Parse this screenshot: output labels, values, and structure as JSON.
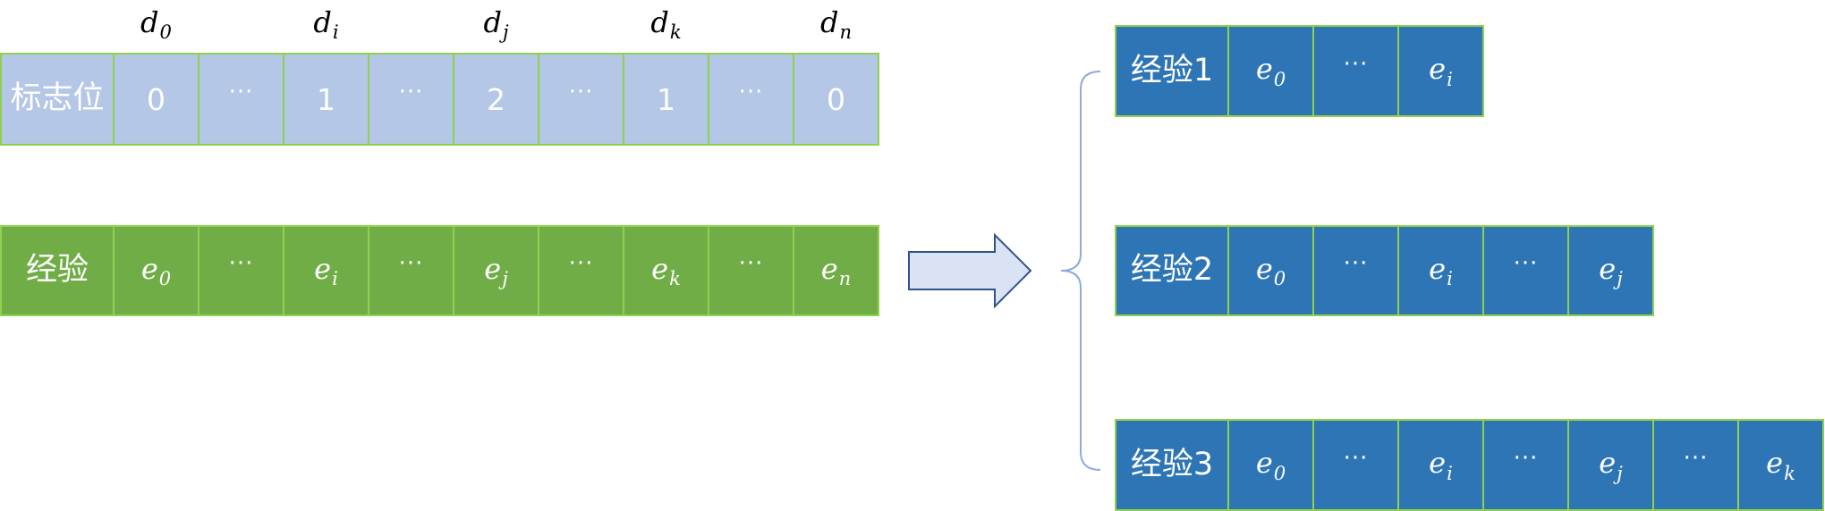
{
  "flag_row": {
    "label": "标志位",
    "cells": [
      {
        "kind": "num",
        "text": "0"
      },
      {
        "kind": "dots",
        "text": "···"
      },
      {
        "kind": "num",
        "text": "1"
      },
      {
        "kind": "dots",
        "text": "···"
      },
      {
        "kind": "num",
        "text": "2"
      },
      {
        "kind": "dots",
        "text": "···"
      },
      {
        "kind": "num",
        "text": "1"
      },
      {
        "kind": "dots",
        "text": "···"
      },
      {
        "kind": "num",
        "text": "0"
      }
    ]
  },
  "index_labels": [
    {
      "base": "d",
      "sub": "0"
    },
    {
      "base": "d",
      "sub": "i"
    },
    {
      "base": "d",
      "sub": "j"
    },
    {
      "base": "d",
      "sub": "k"
    },
    {
      "base": "d",
      "sub": "n"
    }
  ],
  "experience_row": {
    "label": "经验",
    "cells": [
      {
        "kind": "math",
        "base": "e",
        "sub": "0"
      },
      {
        "kind": "dots",
        "text": "···"
      },
      {
        "kind": "math",
        "base": "e",
        "sub": "i"
      },
      {
        "kind": "dots",
        "text": "···"
      },
      {
        "kind": "math",
        "base": "e",
        "sub": "j"
      },
      {
        "kind": "dots",
        "text": "···"
      },
      {
        "kind": "math",
        "base": "e",
        "sub": "k"
      },
      {
        "kind": "dots",
        "text": "···"
      },
      {
        "kind": "math",
        "base": "e",
        "sub": "n"
      }
    ]
  },
  "groups": [
    {
      "label": "经验1",
      "cells": [
        {
          "kind": "math",
          "base": "e",
          "sub": "0"
        },
        {
          "kind": "dots",
          "text": "···"
        },
        {
          "kind": "math",
          "base": "e",
          "sub": "i"
        }
      ]
    },
    {
      "label": "经验2",
      "cells": [
        {
          "kind": "math",
          "base": "e",
          "sub": "0"
        },
        {
          "kind": "dots",
          "text": "···"
        },
        {
          "kind": "math",
          "base": "e",
          "sub": "i"
        },
        {
          "kind": "dots",
          "text": "···"
        },
        {
          "kind": "math",
          "base": "e",
          "sub": "j"
        }
      ]
    },
    {
      "label": "经验3",
      "cells": [
        {
          "kind": "math",
          "base": "e",
          "sub": "0"
        },
        {
          "kind": "dots",
          "text": "···"
        },
        {
          "kind": "math",
          "base": "e",
          "sub": "i"
        },
        {
          "kind": "dots",
          "text": "···"
        },
        {
          "kind": "math",
          "base": "e",
          "sub": "j"
        },
        {
          "kind": "dots",
          "text": "···"
        },
        {
          "kind": "math",
          "base": "e",
          "sub": "k"
        }
      ]
    }
  ],
  "colors": {
    "flag_fill": "#b4c7e7",
    "experience_fill": "#70ad47",
    "group_fill": "#2e75b6",
    "cell_border": "#8fd14f",
    "arrow_fill": "#dae3f3",
    "arrow_stroke": "#2f528f",
    "brace_stroke": "#8faadc"
  },
  "icons": [
    "right-arrow-icon",
    "left-brace-icon"
  ]
}
